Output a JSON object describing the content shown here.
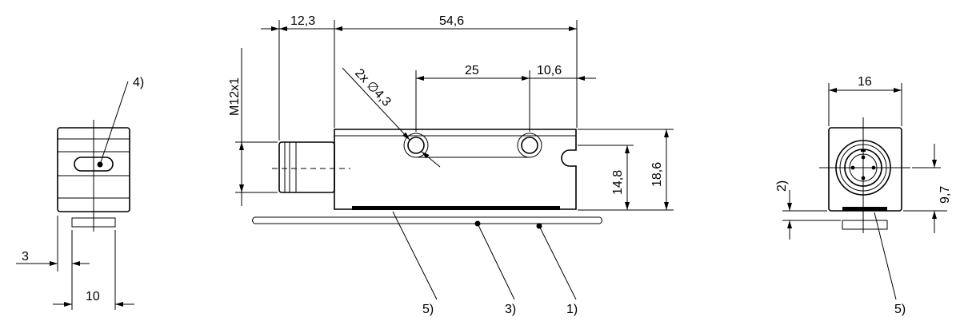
{
  "dimensions": {
    "d_12_3": "12,3",
    "d_54_6": "54,6",
    "d_25": "25",
    "d_10_6": "10,6",
    "d_hole": "2x ∅4,3",
    "d_m12": "M12x1",
    "d_14_8": "14,8",
    "d_18_6": "18,6",
    "d_3": "3",
    "d_10": "10",
    "d_16": "16",
    "d_9_7": "9,7",
    "d_2": "2)"
  },
  "callouts": {
    "c1": "1)",
    "c3": "3)",
    "c4": "4)",
    "c5_front": "5)",
    "c5_right": "5)"
  },
  "colors": {
    "line": "#000000",
    "background": "#ffffff"
  }
}
